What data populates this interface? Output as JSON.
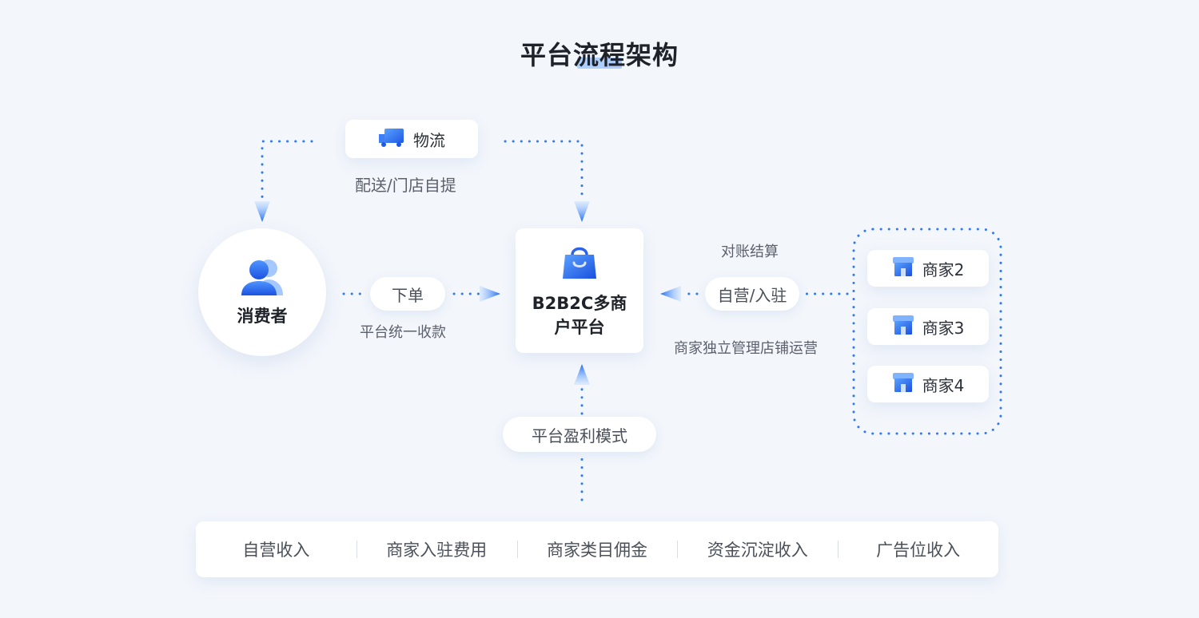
{
  "title": "平台流程架构",
  "logistics": {
    "label": "物流",
    "caption": "配送/门店自提"
  },
  "consumer": {
    "label": "消费者"
  },
  "order": {
    "label": "下单",
    "caption": "平台统一收款"
  },
  "platform": {
    "label": "B2B2C多商户平台"
  },
  "settlement": {
    "top_caption": "对账结算",
    "label": "自营/入驻",
    "caption": "商家独立管理店铺运营"
  },
  "merchants": [
    {
      "label": "商家2"
    },
    {
      "label": "商家3"
    },
    {
      "label": "商家4"
    }
  ],
  "profit_model": {
    "label": "平台盈利模式"
  },
  "revenue": [
    {
      "label": "自营收入"
    },
    {
      "label": "商家入驻费用"
    },
    {
      "label": "商家类目佣金"
    },
    {
      "label": "资金沉淀收入"
    },
    {
      "label": "广告位收入"
    }
  ],
  "colors": {
    "accent": "#2f7bf2",
    "accent_dark": "#1e5be0",
    "background": "#f3f6fb"
  },
  "icons": [
    "truck-icon",
    "users-icon",
    "shopping-bag-icon",
    "store-icon"
  ]
}
